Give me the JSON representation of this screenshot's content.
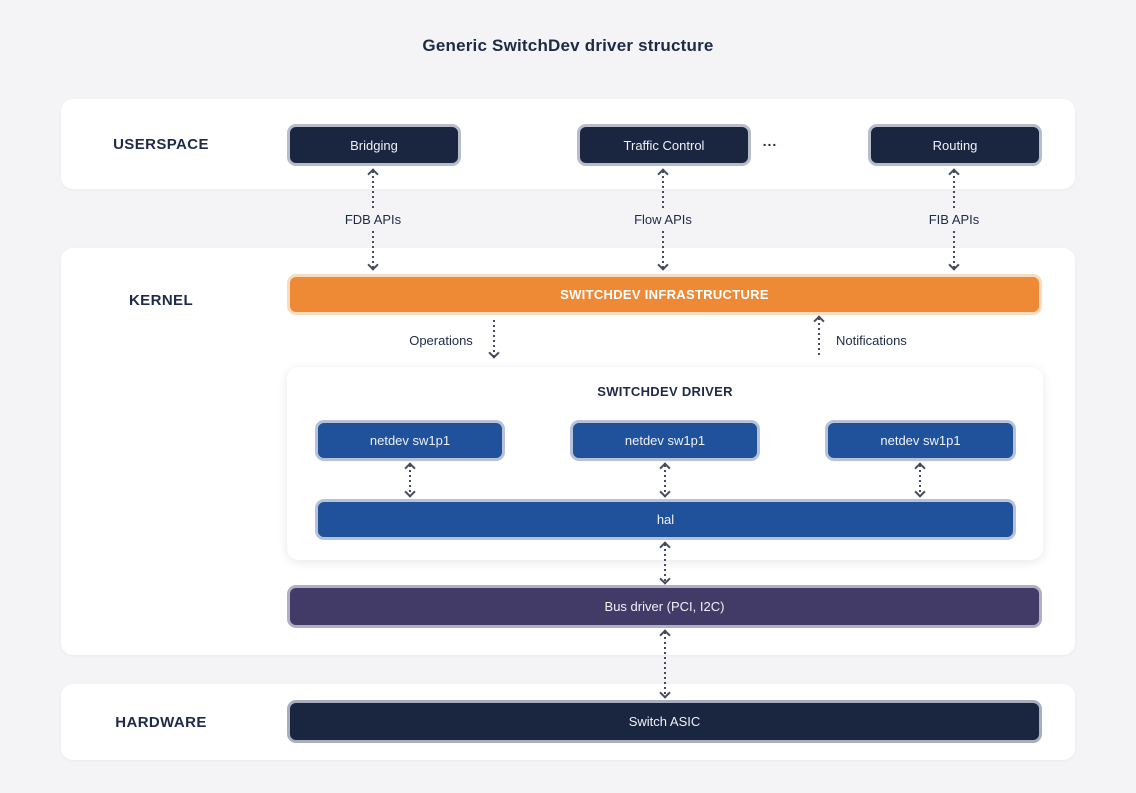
{
  "title": "Generic SwitchDev driver structure",
  "userspace": {
    "label": "USERSPACE",
    "boxes": [
      {
        "label": "Bridging"
      },
      {
        "label": "Traffic Control"
      },
      {
        "label": "Routing"
      }
    ],
    "ellipsis": "..."
  },
  "api_arrows": [
    {
      "label": "FDB APIs"
    },
    {
      "label": "Flow APIs"
    },
    {
      "label": "FIB APIs"
    }
  ],
  "kernel": {
    "label": "KERNEL",
    "infrastructure_label": "SWITCHDEV INFRASTRUCTURE",
    "operations_label": "Operations",
    "notifications_label": "Notifications",
    "driver": {
      "title": "SWITCHDEV DRIVER",
      "netdev_boxes": [
        {
          "label": "netdev sw1p1"
        },
        {
          "label": "netdev sw1p1"
        },
        {
          "label": "netdev sw1p1"
        }
      ],
      "hal_label": "hal"
    },
    "bus_driver_label": "Bus driver (PCI, I2C)"
  },
  "hardware": {
    "label": "HARDWARE",
    "asic_label": "Switch ASIC"
  },
  "colors": {
    "page_bg": "#f4f4f6",
    "band_bg": "#ffffff",
    "navy": "#1a2540",
    "blue": "#20519b",
    "orange": "#ee8a36",
    "purple": "#423b68",
    "text": "#1e2a47",
    "arrow": "#454b5e"
  }
}
